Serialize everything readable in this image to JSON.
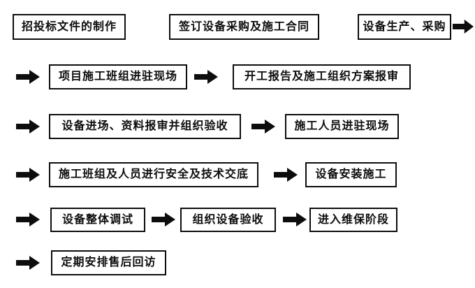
{
  "diagram": {
    "type": "flowchart",
    "boxes": {
      "bid_docs": "招投标文件的制作",
      "sign_contract": "签订设备采购及施工合同",
      "production": "设备生产、采购",
      "crew_onsite": "项目施工班组进驻现场",
      "start_report": "开工报告及施工组织方案报审",
      "equipment_entry": "设备进场、资料报审并组织验收",
      "personnel_onsite": "施工人员进驻现场",
      "safety_briefing": "施工班组及人员进行安全及技术交底",
      "installation": "设备安装施工",
      "debugging": "设备整体调试",
      "acceptance": "组织设备验收",
      "maintenance": "进入维保阶段",
      "followup": "定期安排售后回访"
    },
    "icons": {
      "arrow": "arrow-right-icon"
    },
    "colors": {
      "background": "#ffffff",
      "box_fill": "#ffffff",
      "box_border": "#0d0d0d",
      "text": "#0d0d0d",
      "arrow_fill": "#0d0d0d"
    }
  }
}
